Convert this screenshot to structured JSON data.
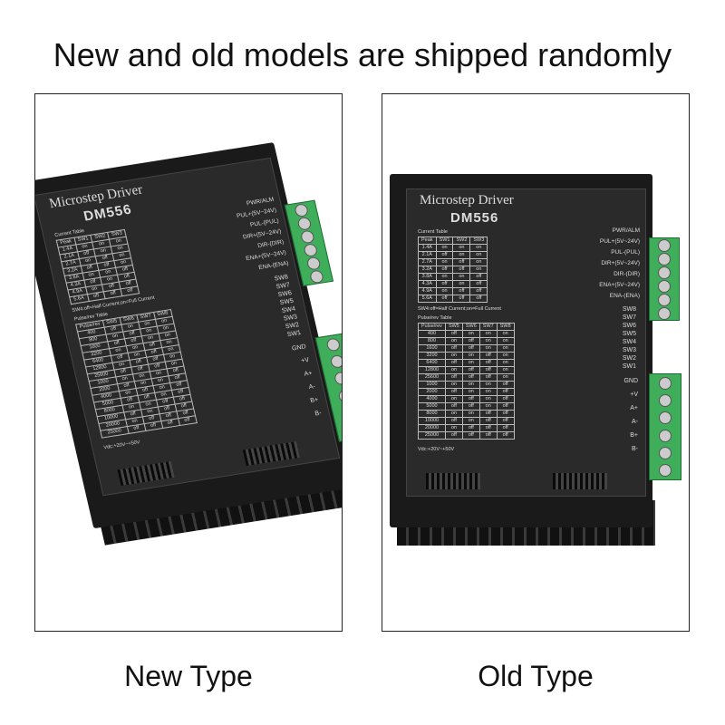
{
  "title": "New and old models are shipped randomly",
  "captions": {
    "new": "New Type",
    "old": "Old Type"
  },
  "device": {
    "header": "Microstep Driver",
    "model": "DM556",
    "current_table_title": "Current Table",
    "current_headers": [
      "Peak",
      "SW1",
      "SW2",
      "SW3"
    ],
    "current_rows": [
      [
        "1.4A",
        "on",
        "on",
        "on"
      ],
      [
        "2.1A",
        "off",
        "on",
        "on"
      ],
      [
        "2.7A",
        "on",
        "off",
        "on"
      ],
      [
        "3.2A",
        "off",
        "off",
        "on"
      ],
      [
        "3.8A",
        "on",
        "on",
        "off"
      ],
      [
        "4.3A",
        "off",
        "on",
        "off"
      ],
      [
        "4.9A",
        "on",
        "off",
        "off"
      ],
      [
        "5.6A",
        "off",
        "off",
        "off"
      ]
    ],
    "sw4_note": "SW4:off=Half Current;on=Full Current",
    "pulse_table_title": "Pulse/rev Table",
    "pulse_headers": [
      "Pulse/rev",
      "SW5",
      "SW6",
      "SW7",
      "SW8"
    ],
    "pulse_rows": [
      [
        "400",
        "off",
        "on",
        "on",
        "on"
      ],
      [
        "800",
        "on",
        "off",
        "on",
        "on"
      ],
      [
        "1600",
        "off",
        "off",
        "on",
        "on"
      ],
      [
        "3200",
        "on",
        "on",
        "off",
        "on"
      ],
      [
        "6400",
        "off",
        "on",
        "off",
        "on"
      ],
      [
        "12800",
        "on",
        "off",
        "off",
        "on"
      ],
      [
        "25600",
        "off",
        "off",
        "off",
        "on"
      ],
      [
        "1000",
        "on",
        "on",
        "on",
        "off"
      ],
      [
        "2000",
        "off",
        "on",
        "on",
        "off"
      ],
      [
        "4000",
        "on",
        "off",
        "on",
        "off"
      ],
      [
        "5000",
        "off",
        "off",
        "on",
        "off"
      ],
      [
        "8000",
        "on",
        "on",
        "off",
        "off"
      ],
      [
        "10000",
        "off",
        "on",
        "off",
        "off"
      ],
      [
        "20000",
        "on",
        "off",
        "off",
        "off"
      ],
      [
        "25000",
        "off",
        "off",
        "off",
        "off"
      ]
    ],
    "vdc": "Vdc:+20V~+50V",
    "signal_pins": [
      "PWR/ALM",
      "PUL+(5V~24V)",
      "PUL-(PUL)",
      "DIR+(5V~24V)",
      "DIR-(DIR)",
      "ENA+(5V~24V)",
      "ENA-(ENA)"
    ],
    "switches": [
      "SW8",
      "SW7",
      "SW6",
      "SW5",
      "SW4",
      "SW3",
      "SW2",
      "SW1"
    ],
    "power_pins": [
      "GND",
      "+V",
      "A+",
      "A-",
      "B+",
      "B-"
    ]
  },
  "colors": {
    "terminal": "#3fae5a",
    "body": "#1a1a1a"
  }
}
